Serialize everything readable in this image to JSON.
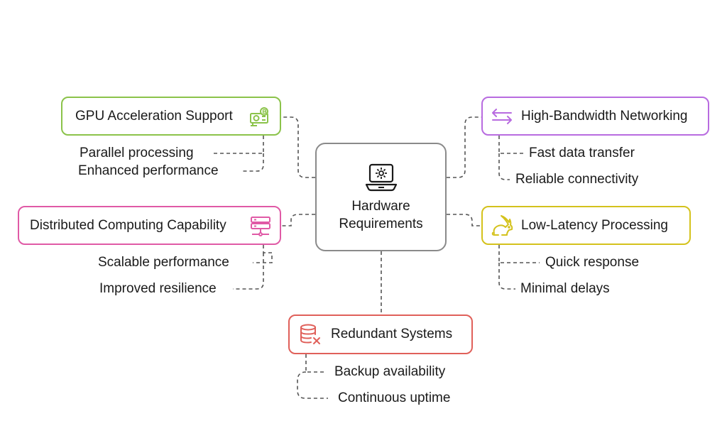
{
  "center": {
    "line1": "Hardware",
    "line2": "Requirements",
    "icon": "laptop-gear-icon"
  },
  "branches": {
    "gpu": {
      "label": "GPU Acceleration Support",
      "color": "#8bc34a",
      "icon": "gpu-card-icon",
      "items": [
        "Parallel processing",
        "Enhanced performance"
      ]
    },
    "distributed": {
      "label": "Distributed Computing Capability",
      "color": "#e05aa6",
      "icon": "server-icon",
      "items": [
        "Scalable performance",
        "Improved resilience"
      ]
    },
    "network": {
      "label": "High-Bandwidth Networking",
      "color": "#b86be0",
      "icon": "arrows-left-right-icon",
      "items": [
        "Fast data transfer",
        "Reliable connectivity"
      ]
    },
    "latency": {
      "label": "Low-Latency Processing",
      "color": "#d4c21c",
      "icon": "rabbit-icon",
      "items": [
        "Quick response",
        "Minimal delays"
      ]
    },
    "redundant": {
      "label": "Redundant Systems",
      "color": "#e0605a",
      "icon": "database-x-icon",
      "items": [
        "Backup availability",
        "Continuous uptime"
      ]
    }
  }
}
